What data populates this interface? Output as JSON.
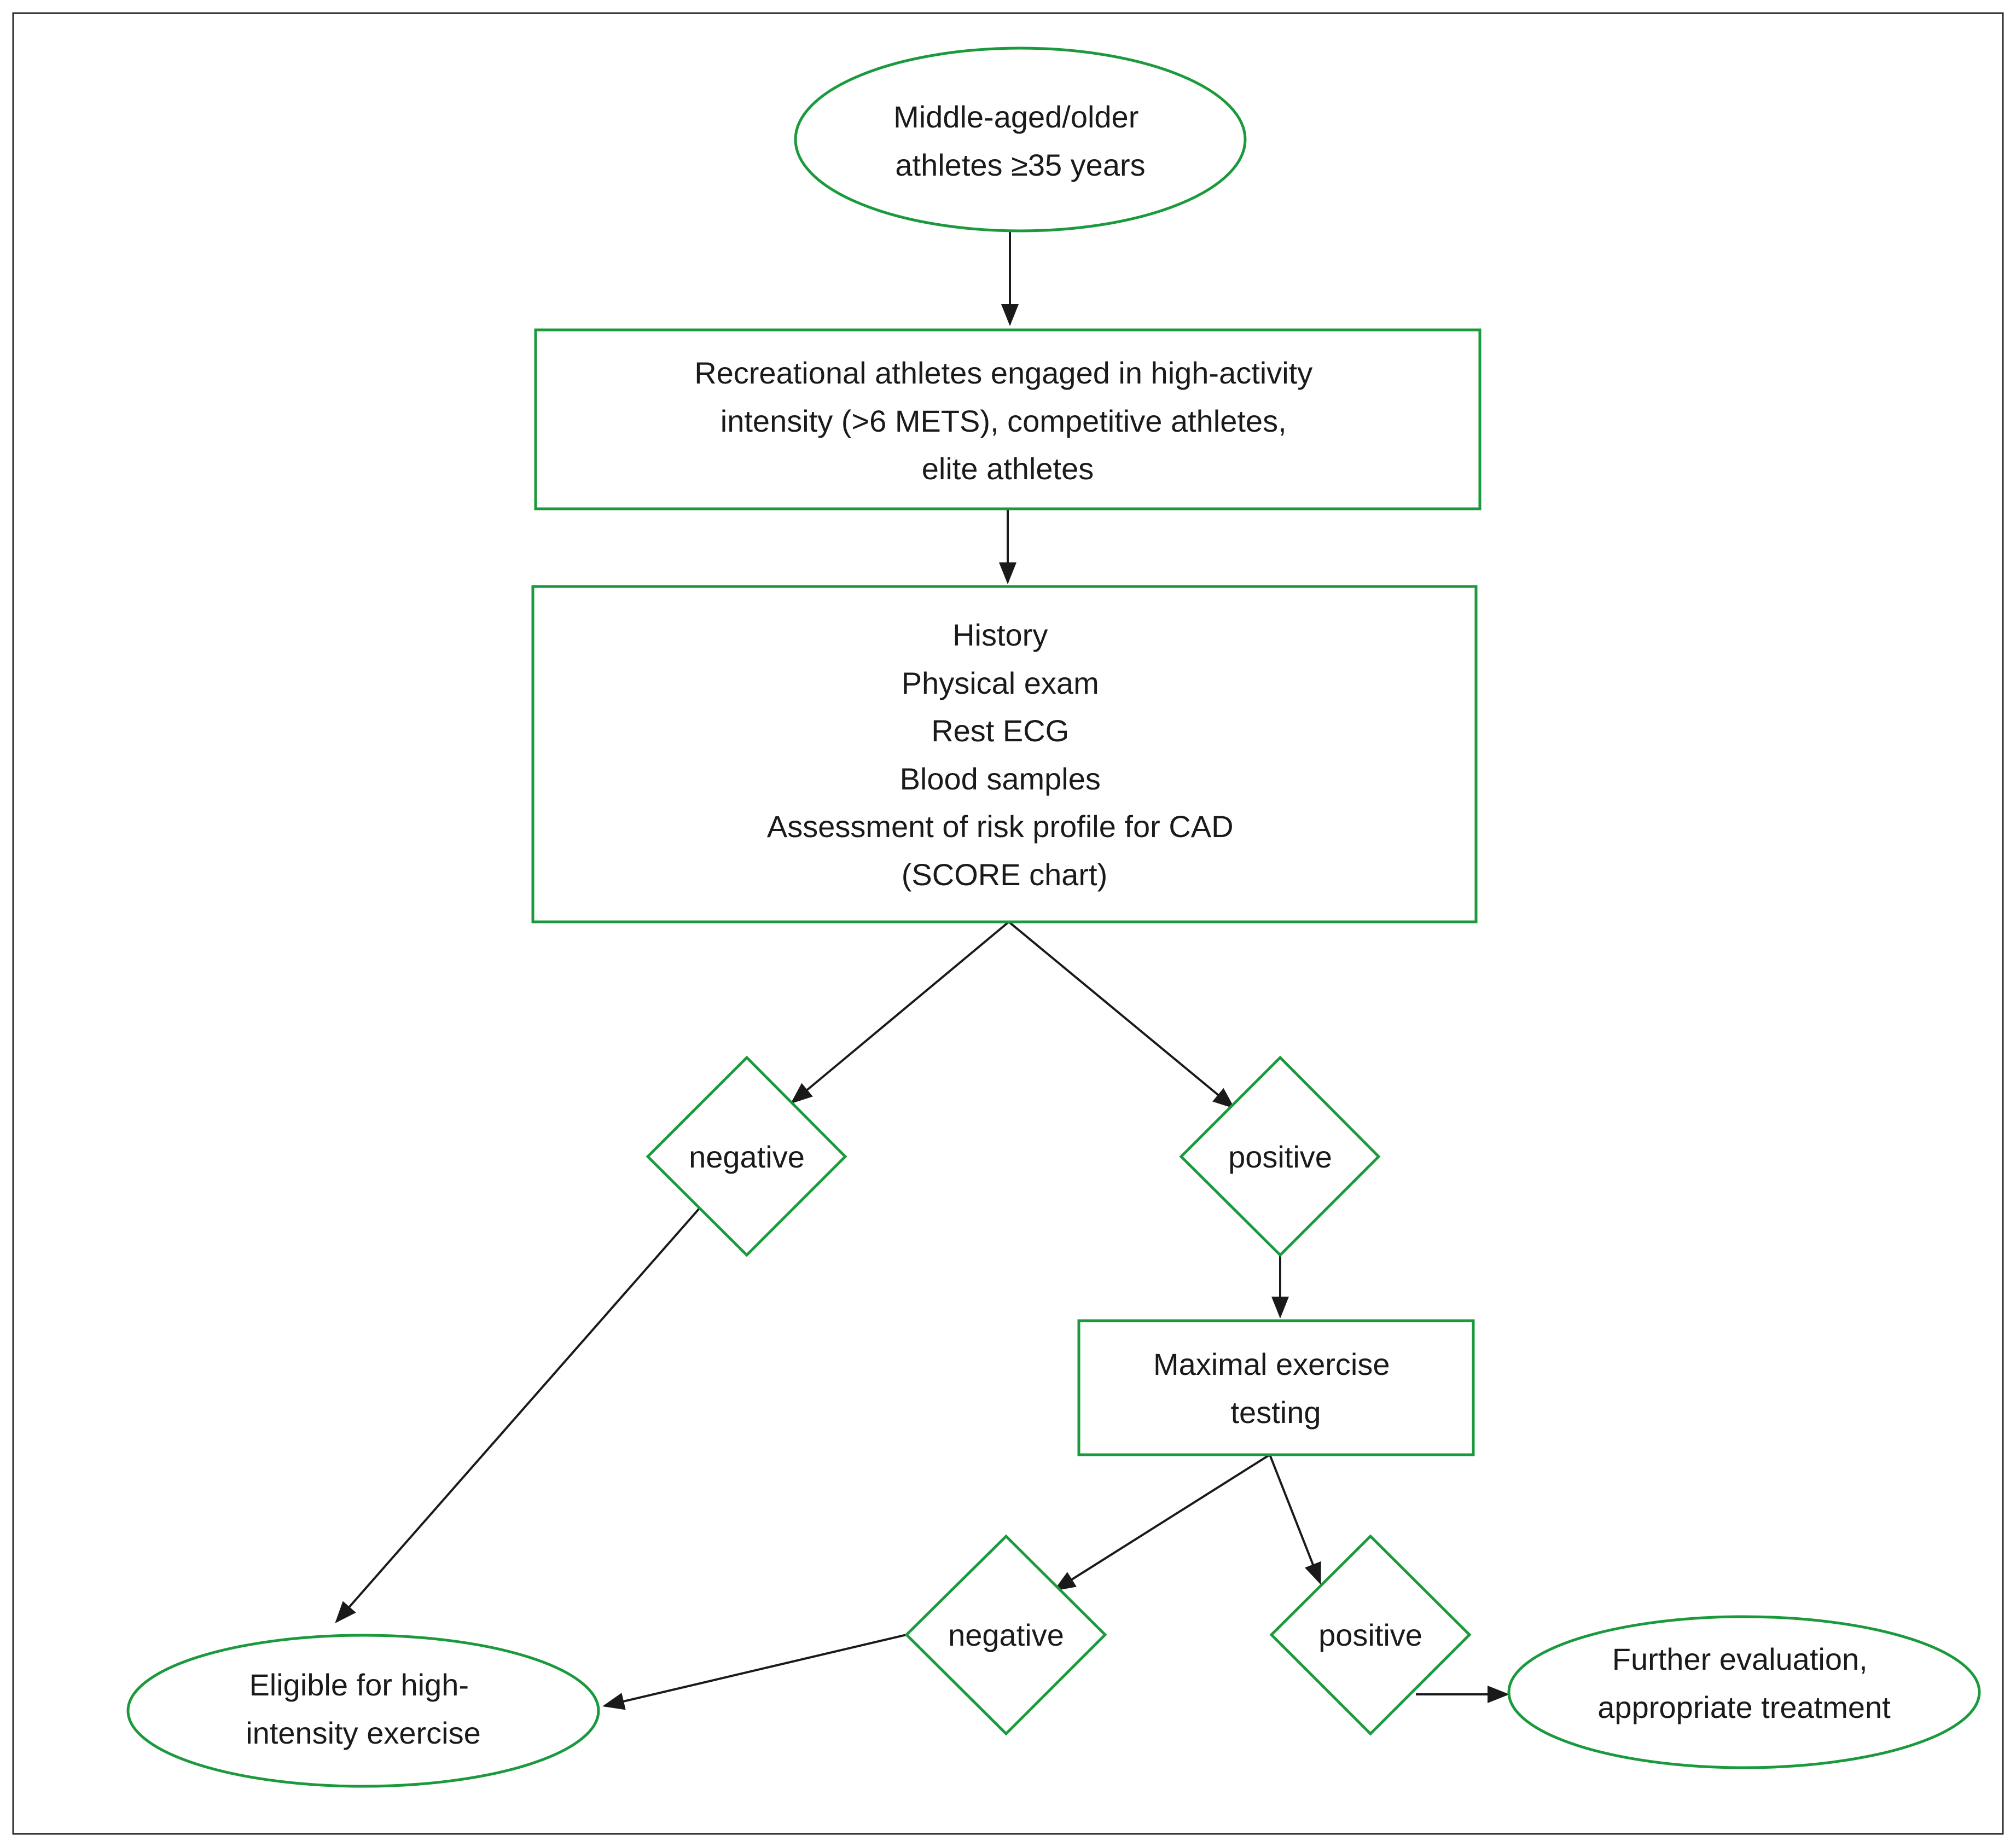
{
  "nodes": {
    "start": {
      "lines": [
        "Middle-aged/older",
        "athletes ≥35 years"
      ]
    },
    "population": {
      "lines": [
        "Recreational athletes engaged in high-activity",
        "intensity (>6 METS), competitive athletes,",
        "elite athletes"
      ]
    },
    "screening": {
      "lines": [
        "History",
        "Physical exam",
        "Rest ECG",
        "Blood samples",
        "Assessment of risk profile for CAD",
        "(SCORE chart)"
      ]
    },
    "decision1_negative": {
      "label": "negative"
    },
    "decision1_positive": {
      "label": "positive"
    },
    "exercise_test": {
      "lines": [
        "Maximal exercise",
        "testing"
      ]
    },
    "decision2_negative": {
      "label": "negative"
    },
    "decision2_positive": {
      "label": "positive"
    },
    "eligible": {
      "lines": [
        "Eligible for high-",
        "intensity exercise"
      ]
    },
    "further": {
      "lines": [
        "Further evaluation,",
        "appropriate treatment"
      ]
    }
  }
}
